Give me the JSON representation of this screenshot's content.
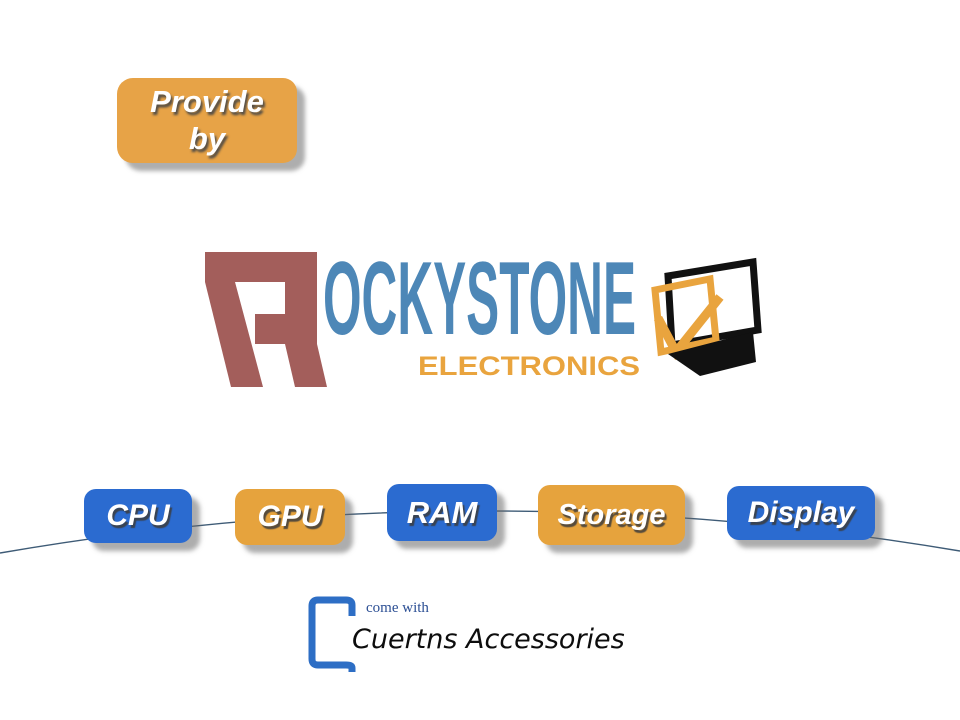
{
  "badge": {
    "line1": "Provide",
    "line2": "by",
    "bg": "#E7A347"
  },
  "logo": {
    "word_initial": "R",
    "word_rest": "OCKYSTONE",
    "subtitle": "ELECTRONICS",
    "initial_color": "#A35E5B",
    "word_color": "#4D87B7",
    "subtitle_color": "#E9A43E",
    "check_color": "#E9A43E",
    "frame_color": "#111111"
  },
  "nodes": [
    {
      "label": "CPU",
      "color": "#2B6BD0"
    },
    {
      "label": "GPU",
      "color": "#E6A33D"
    },
    {
      "label": "RAM",
      "color": "#2B6BD0"
    },
    {
      "label": "Storage",
      "color": "#E6A33D"
    },
    {
      "label": "Display",
      "color": "#2B6BD0"
    }
  ],
  "colors": {
    "curve": "#3E5B76"
  },
  "footer": {
    "tagline": "come with",
    "brand": "Cuertns Accessories",
    "bracket_color": "#2D6EC5",
    "tagline_color": "#2C4F94"
  }
}
